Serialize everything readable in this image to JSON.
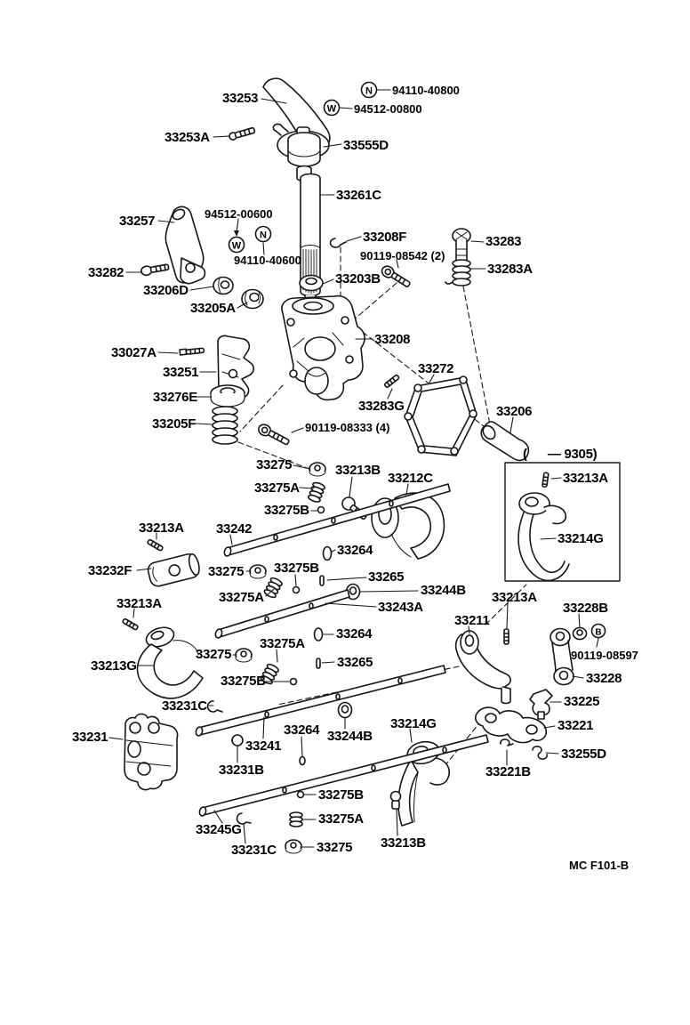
{
  "title_block": {
    "code": "MC F101-B"
  },
  "variant_note": "(      — 9305)",
  "circled_symbols": {
    "n": "N",
    "w": "W",
    "b": "B"
  },
  "labels": {
    "p33253": "33253",
    "n94110_40800": "94110-40800",
    "w94512_00800": "94512-00800",
    "p33253A": "33253A",
    "p33555D": "33555D",
    "p33261C": "33261C",
    "n94512_00600": "94512-00600",
    "p33257": "33257",
    "n94110_40600": "94110-40600",
    "p33282": "33282",
    "p33206D": "33206D",
    "p33205A": "33205A",
    "p33203B": "33203B",
    "p33208F": "33208F",
    "n90119_08542": "90119-08542 (2)",
    "p33283": "33283",
    "p33283A": "33283A",
    "p33208": "33208",
    "p33027A": "33027A",
    "p33251": "33251",
    "p33276E": "33276E",
    "p33205F": "33205F",
    "n90119_08333": "90119-08333 (4)",
    "p33283G": "33283G",
    "p33272": "33272",
    "p33206": "33206",
    "p33213A_1": "33213A",
    "p33214G_1": "33214G",
    "p33275_1": "33275",
    "p33213B_1": "33213B",
    "p33212C": "33212C",
    "p33275A_1": "33275A",
    "p33275B_1": "33275B",
    "p33213A_2": "33213A",
    "p33242": "33242",
    "p33232F": "33232F",
    "p33275_2": "33275",
    "p33275B_2": "33275B",
    "p33264_1": "33264",
    "p33275A_2": "33275A",
    "p33265_1": "33265",
    "p33244B_1": "33244B",
    "p33243A": "33243A",
    "p33213A_3": "33213A",
    "p33213G": "33213G",
    "p33275_3": "33275",
    "p33275A_3": "33275A",
    "p33264_2": "33264",
    "p33265_2": "33265",
    "p33275B_3": "33275B",
    "p33231C_1": "33231C",
    "p33211": "33211",
    "p33213A_4": "33213A",
    "p33228B": "33228B",
    "n90119_08597": "90119-08597",
    "p33228": "33228",
    "p33225": "33225",
    "p33221": "33221",
    "p33255D": "33255D",
    "p33221B": "33221B",
    "p33231": "33231",
    "p33241": "33241",
    "p33264_3": "33264",
    "p33244B_2": "33244B",
    "p33231B": "33231B",
    "p33214G_2": "33214G",
    "p33245G": "33245G",
    "p33231C_2": "33231C",
    "p33275B_4": "33275B",
    "p33275A_4": "33275A",
    "p33275_4": "33275",
    "p33213B_2": "33213B"
  }
}
